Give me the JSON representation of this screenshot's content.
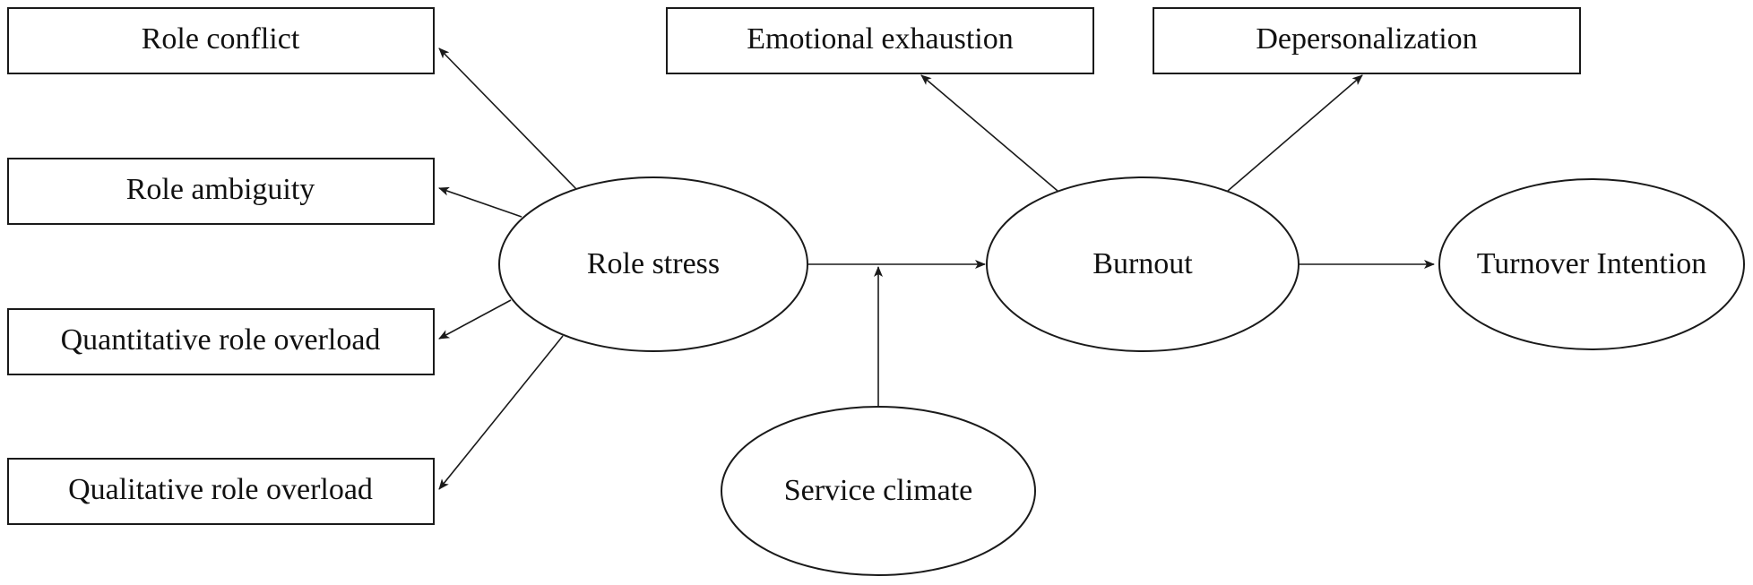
{
  "diagram": {
    "nodes": {
      "role_conflict": "Role conflict",
      "role_ambiguity": "Role ambiguity",
      "quantitative_overload": "Quantitative role overload",
      "qualitative_overload": "Qualitative role overload",
      "role_stress": "Role stress",
      "service_climate": "Service climate",
      "burnout": "Burnout",
      "emotional_exhaustion": "Emotional exhaustion",
      "depersonalization": "Depersonalization",
      "turnover_intention": "Turnover Intention"
    },
    "edges": [
      {
        "from": "role_stress",
        "to": "role_conflict"
      },
      {
        "from": "role_stress",
        "to": "role_ambiguity"
      },
      {
        "from": "role_stress",
        "to": "quantitative_overload"
      },
      {
        "from": "role_stress",
        "to": "qualitative_overload"
      },
      {
        "from": "role_stress",
        "to": "burnout"
      },
      {
        "from": "service_climate",
        "to": "role_stress-burnout path"
      },
      {
        "from": "burnout",
        "to": "emotional_exhaustion"
      },
      {
        "from": "burnout",
        "to": "depersonalization"
      },
      {
        "from": "burnout",
        "to": "turnover_intention"
      }
    ]
  }
}
